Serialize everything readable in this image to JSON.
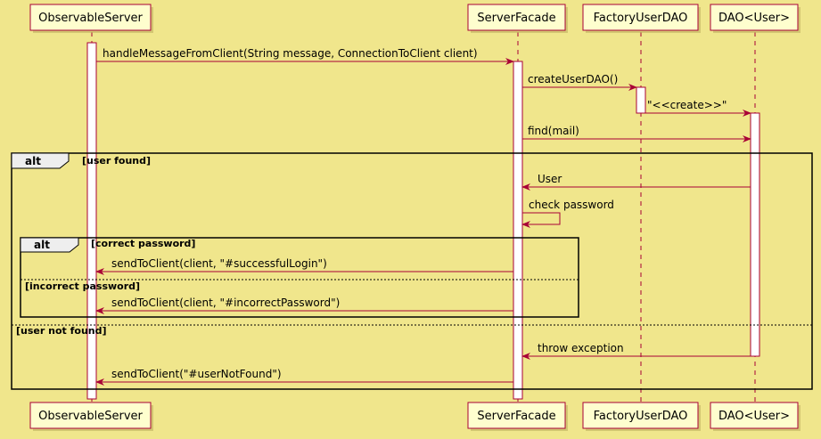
{
  "participants": {
    "observable_server": "ObservableServer",
    "server_facade": "ServerFacade",
    "factory_user_dao": "FactoryUserDAO",
    "dao_user": "DAO<User>"
  },
  "messages": {
    "m1": "handleMessageFromClient(String message, ConnectionToClient client)",
    "m2": "createUserDAO()",
    "m3": "\"<<create>>\"",
    "m4": "find(mail)",
    "m5": "User",
    "m6": "check password",
    "m7": "sendToClient(client, \"#successfulLogin\")",
    "m8": "sendToClient(client, \"#incorrectPassword\")",
    "m9": "throw exception",
    "m10": "sendToClient(\"#userNotFound\")"
  },
  "fragments": {
    "outer": {
      "operator": "alt",
      "guard1": "[user found]",
      "guard2": "[user not found]"
    },
    "inner": {
      "operator": "alt",
      "guard1": "[correct password]",
      "guard2": "[incorrect password]"
    }
  },
  "colors": {
    "background": "#F0E68C",
    "participant_fill": "#FEFECE",
    "line": "#A80036"
  }
}
